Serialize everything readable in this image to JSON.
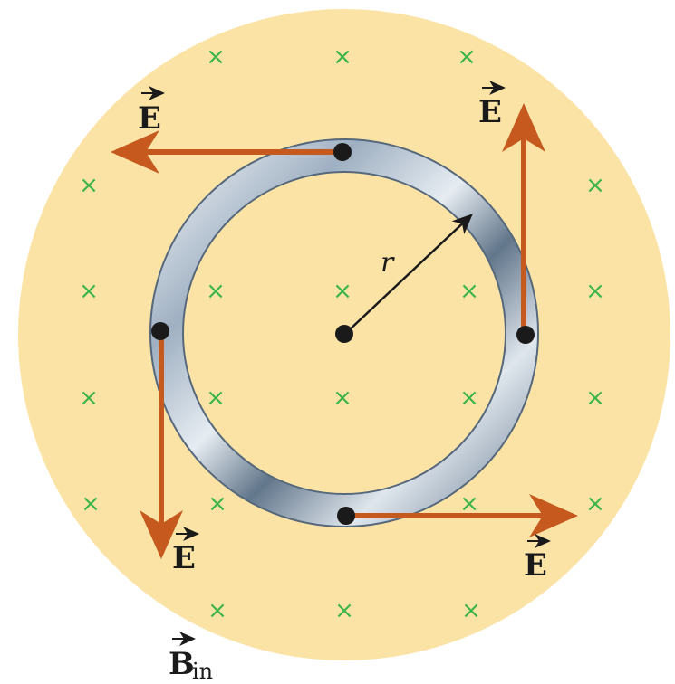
{
  "labels": {
    "field": "E",
    "radius": "r",
    "magnetic": "B",
    "magnetic_subscript": "in"
  },
  "colors": {
    "field_region": "#fbe3a6",
    "field_cross": "#3db54a",
    "arrow": "#c65a1e",
    "ring_mid": "#a9b7c6",
    "ring_dark": "#62768b",
    "ring_light": "#eef2f6",
    "dot": "#1a1a1a"
  },
  "icons": {
    "cross": "×"
  }
}
